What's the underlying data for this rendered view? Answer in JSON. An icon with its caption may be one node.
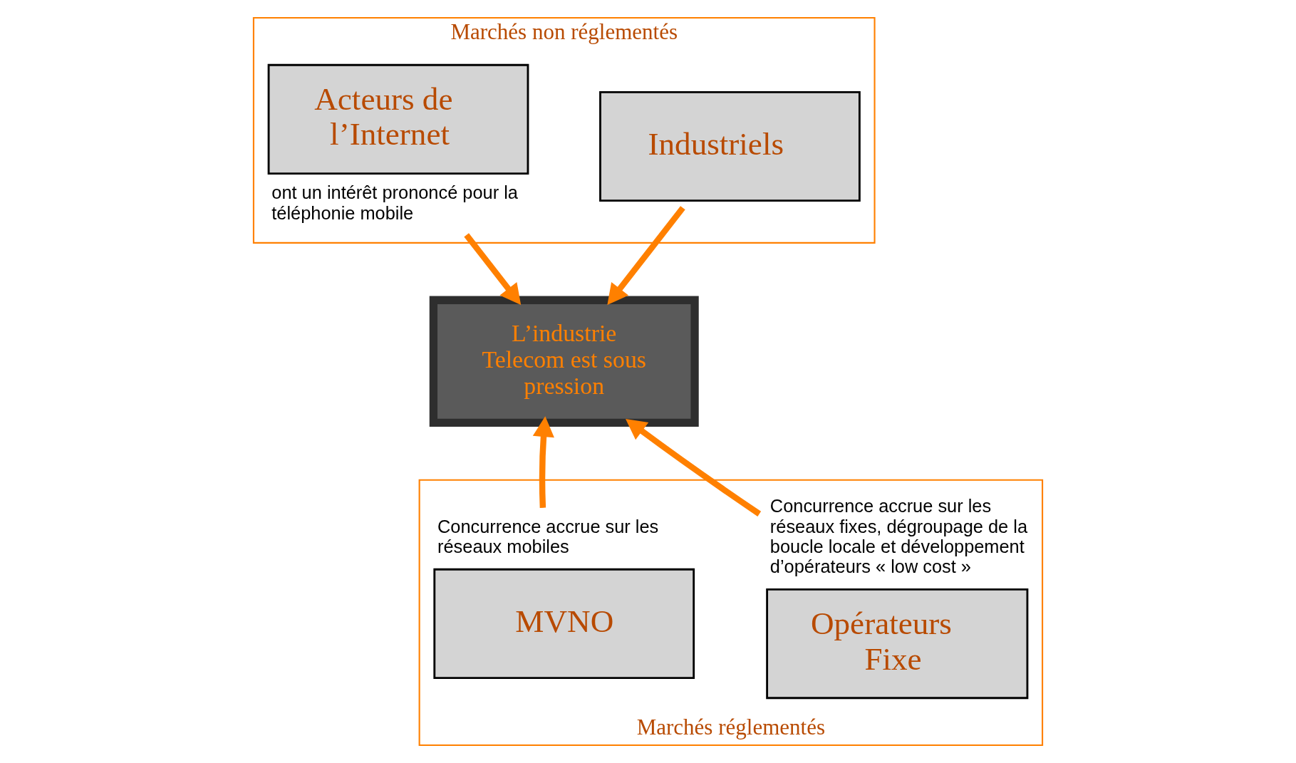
{
  "diagram": {
    "nodes": [
      {
        "text": [
          "Marchés non réglementés"
        ]
      },
      {
        "text": [
          "Acteurs de l’Internet"
        ],
        "in": 0,
        "beside": [
          "ont un intérêt prononcé pour la téléphonie mobile"
        ]
      },
      {
        "text": [
          "Industriels"
        ],
        "in": 0
      },
      {
        "text": [
          "L’industrie Telecom est sous pression"
        ]
      },
      {
        "text": [
          "Marchés réglementés"
        ]
      },
      {
        "text": [
          "MVNO"
        ],
        "in": 4,
        "beside": [
          "Concurrence accrue sur les réseaux mobiles"
        ]
      },
      {
        "text": [
          "Opérateurs Fixe"
        ],
        "in": 4,
        "beside": [
          "Concurrence accrue sur les réseaux fixes, dégroupage de la boucle locale et développement d’opérateurs « low cost »"
        ]
      }
    ],
    "edges": [
      {
        "from": 1,
        "to": 3,
        "arrow": "to"
      },
      {
        "from": 2,
        "to": 3,
        "arrow": "to"
      },
      {
        "from": 5,
        "to": 3,
        "arrow": "to"
      },
      {
        "from": 6,
        "to": 3,
        "arrow": "to"
      }
    ]
  }
}
